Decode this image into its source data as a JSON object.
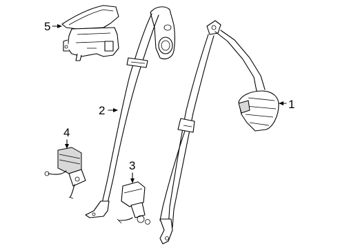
{
  "diagram": {
    "callouts": [
      {
        "id": "1",
        "label": "1",
        "part": "retractor"
      },
      {
        "id": "2",
        "label": "2",
        "part": "outer-belt"
      },
      {
        "id": "3",
        "label": "3",
        "part": "buckle"
      },
      {
        "id": "4",
        "label": "4",
        "part": "buckle-sensor"
      },
      {
        "id": "5",
        "label": "5",
        "part": "height-adjuster-cover"
      }
    ]
  }
}
